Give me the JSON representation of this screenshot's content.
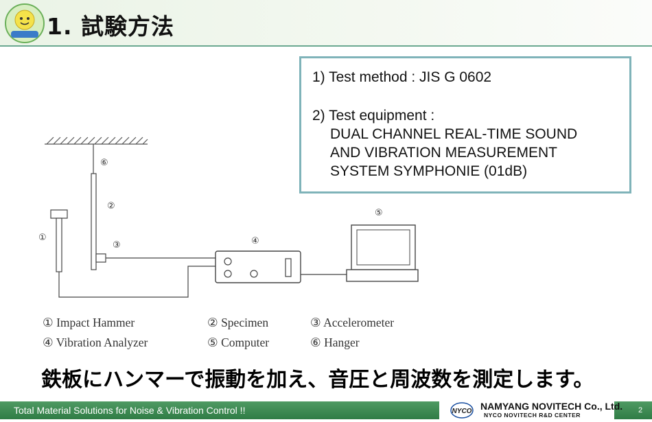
{
  "header": {
    "title": "1. 試験方法",
    "logo_icon": "mascot-logo-icon",
    "accent_color": "#6aa890"
  },
  "info": {
    "line1": "1) Test method : JIS G 0602",
    "line2": "2) Test equipment :",
    "line3": " DUAL CHANNEL REAL-TIME SOUND",
    "line4": "AND VIBRATION MEASUREMENT",
    "line5": "SYSTEM SYMPHONIE (01dB)",
    "border_color": "#7fb3b9"
  },
  "diagram": {
    "labels": [
      "①",
      "②",
      "③",
      "④",
      "⑤",
      "⑥"
    ]
  },
  "legend": {
    "items": [
      "① Impact Hammer",
      "② Specimen",
      "③ Accelerometer",
      "④ Vibration Analyzer",
      "⑤ Computer",
      "⑥ Hanger"
    ]
  },
  "description": "鉄板にハンマーで振動を加え、音圧と周波数を測定します。",
  "footer": {
    "tagline": "Total Material Solutions for Noise & Vibration Control !!",
    "company_logo_text": "NYCO",
    "company_name": "NAMYANG NOVITECH Co., Ltd.",
    "company_sub": "NYCO NOVITECH R&D CENTER",
    "page_number": "2",
    "bar_color": "#2f7c45"
  }
}
